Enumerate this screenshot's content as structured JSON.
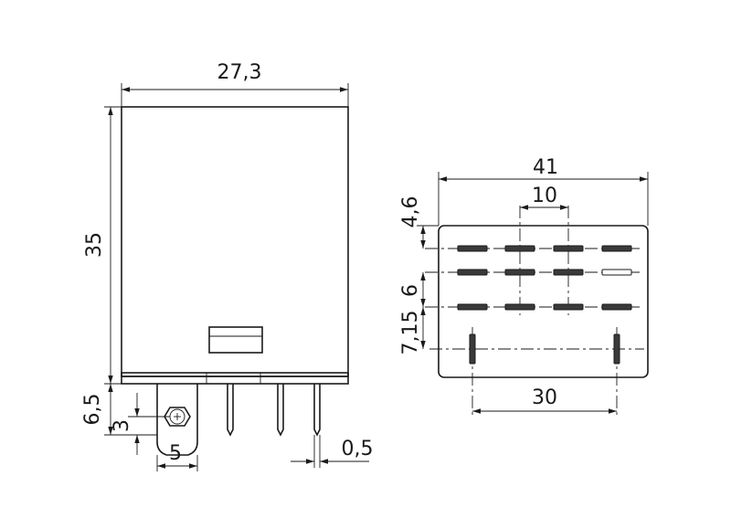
{
  "dimensions": {
    "width_side": "27,3",
    "height_side": "35",
    "pin_length": "6,5",
    "hole_offset": "3",
    "tab_width": "5",
    "pin_thickness": "0,5",
    "width_bottom": "41",
    "pin_pitch_x": "10",
    "row_offset_top": "4,6",
    "row_pitch": "6",
    "coil_row_offset": "7,15",
    "coil_spacing": "30"
  }
}
